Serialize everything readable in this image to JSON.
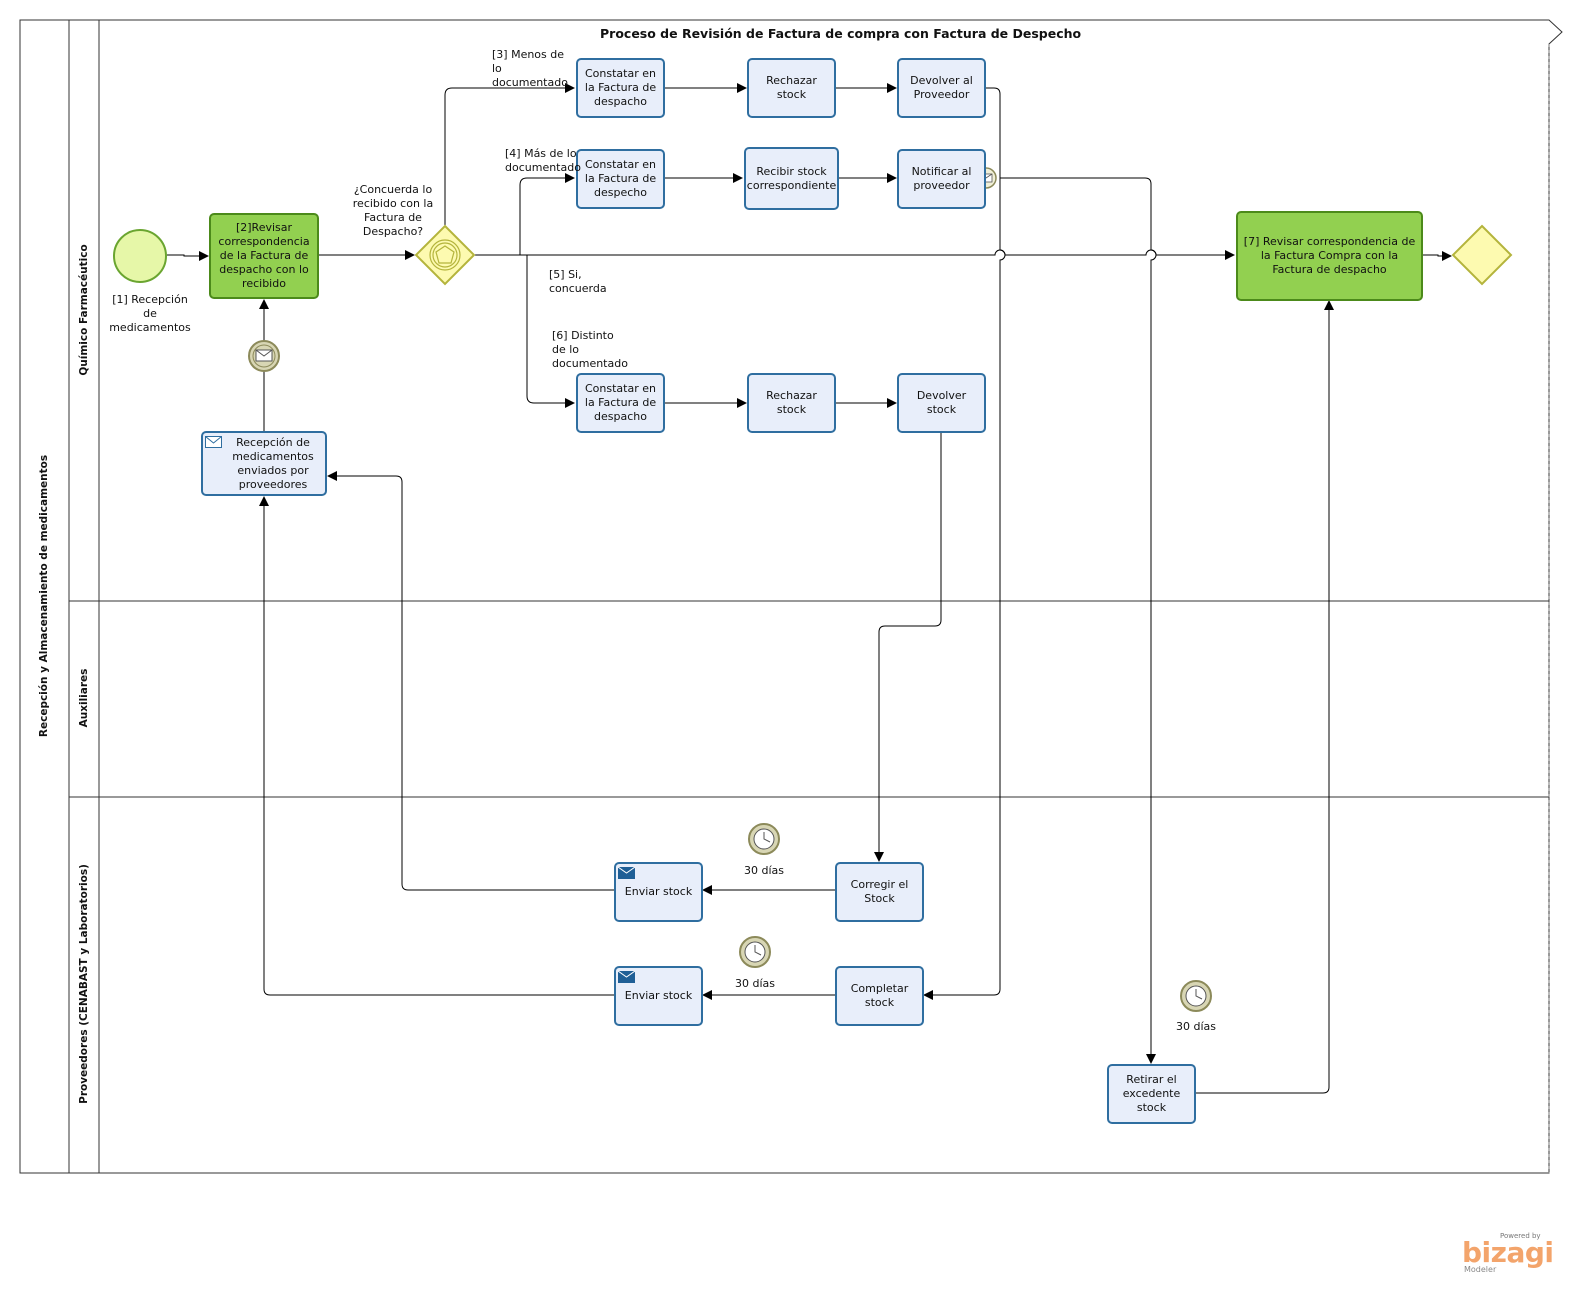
{
  "title": "Proceso de Revisión de Factura de compra con Factura de Despecho",
  "pool": {
    "name": "Recepción y Almacenamiento de medicamentos"
  },
  "lanes": [
    {
      "name": "Químico Farmacéutico"
    },
    {
      "name": "Auxiliares"
    },
    {
      "name": "Proveedores (CENABAST y Laboratorios)"
    }
  ],
  "start_event": {
    "label": "[1] Recepción de medicamentos"
  },
  "tasks": {
    "revisar_despacho": "[2]Revisar correspondencia de la Factura de despacho con lo recibido",
    "recepcion_proveedores": "Recepción de medicamentos enviados por proveedores",
    "constatar_menos": "Constatar en la Factura de despacho",
    "rechazar_menos": "Rechazar stock",
    "devolver_proveedor": "Devolver  al Proveedor",
    "constatar_mas": "Constatar en la Factura de despecho",
    "recibir_stock": "Recibir stock correspondiente",
    "notificar_proveedor": "Notificar al proveedor",
    "constatar_distinto": "Constatar en la Factura de despacho",
    "rechazar_distinto": "Rechazar stock",
    "devolver_stock": "Devolver stock",
    "revisar_compra": "[7] Revisar correspondencia de la Factura Compra con la Factura de despacho",
    "corregir_stock": "Corregir el Stock",
    "enviar_stock_1": "Enviar stock",
    "completar_stock": "Completar stock",
    "enviar_stock_2": "Enviar stock",
    "retirar_excedente": "Retirar el excedente stock"
  },
  "gateway": {
    "question": "¿Concuerda lo recibido con la Factura de Despacho?"
  },
  "flow_labels": {
    "menos": "[3] Menos de lo documentado",
    "mas": "[4] Más de lo documentado",
    "si": "[5] Si, concuerda",
    "distinto": "[6] Distinto de lo documentado"
  },
  "timers": [
    "30 días",
    "30 días",
    "30 días"
  ],
  "brand": {
    "powered": "Powered by",
    "name": "bizagi",
    "product": "Modeler"
  },
  "colors": {
    "task_fill": "#e8eefa",
    "task_border": "#2f6ea0",
    "green_fill": "#92d050",
    "green_border": "#4c8a1a",
    "start_fill": "#e6f7a8",
    "start_border": "#6aa530",
    "gateway_fill": "#fdfab0",
    "gateway_border": "#b4b43c",
    "event_icon": "#8c8a5a"
  }
}
